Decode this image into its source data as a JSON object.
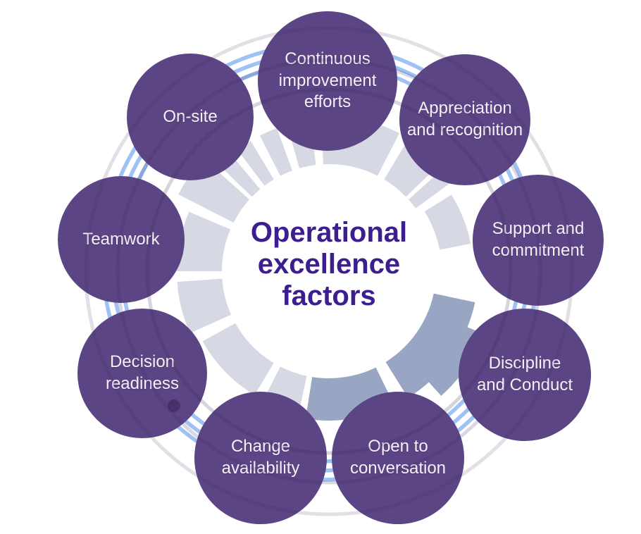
{
  "title": {
    "text": "Operational\nexcellence\nfactors",
    "color": "#3c1e8f"
  },
  "factors": [
    {
      "label": "Continuous\nimprovement\nefforts"
    },
    {
      "label": "Appreciation\nand recognition"
    },
    {
      "label": "Support and\ncommitment"
    },
    {
      "label": "Discipline\nand Conduct"
    },
    {
      "label": "Open to\nconversation"
    },
    {
      "label": "Change\navailability"
    },
    {
      "label": "Decision\nreadiness"
    },
    {
      "label": "Teamwork"
    },
    {
      "label": "On-site"
    }
  ],
  "colors": {
    "background": "#ffffff",
    "circle_fill": "#5c4584",
    "circle_label": "#f3f1f8",
    "segment_light": "#d6d9e4",
    "segment_dark": "#98a6c4",
    "ring_blue": "#9ec2f4",
    "orbit_arc": "#3a265c"
  }
}
